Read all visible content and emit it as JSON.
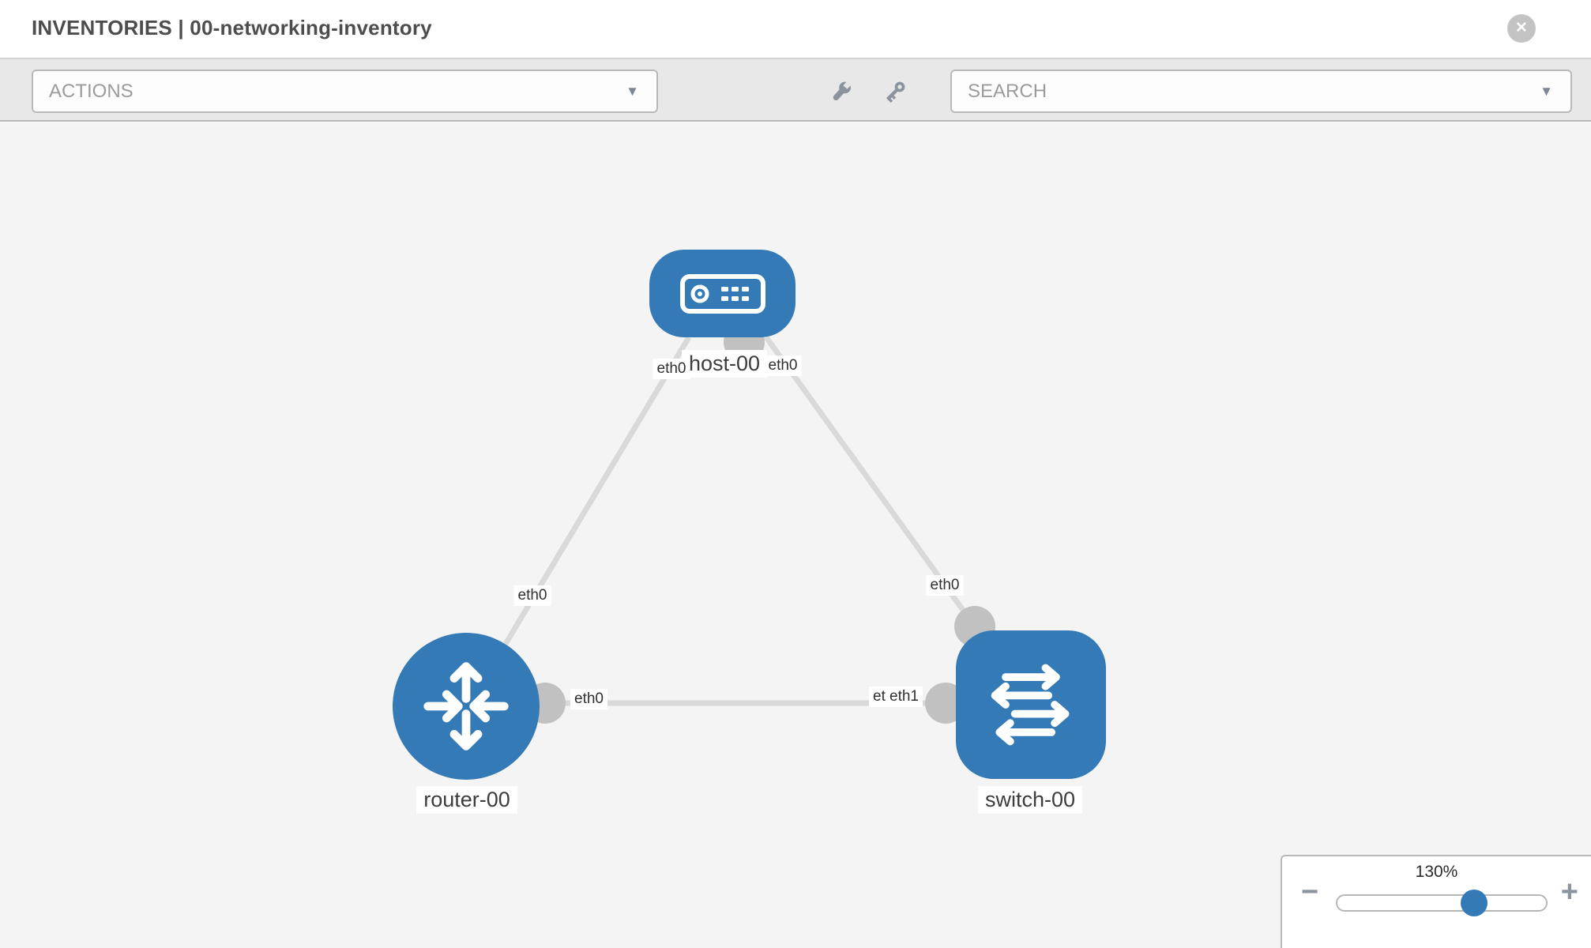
{
  "header": {
    "title": "INVENTORIES | 00-networking-inventory",
    "close_label": "✕"
  },
  "toolbar": {
    "actions_placeholder": "ACTIONS",
    "search_placeholder": "SEARCH",
    "caret": "▼",
    "icons": [
      "wrench-icon",
      "key-icon"
    ]
  },
  "topology": {
    "nodes": [
      {
        "id": "host-00",
        "label": "host-00",
        "type": "host"
      },
      {
        "id": "router-00",
        "label": "router-00",
        "type": "router"
      },
      {
        "id": "switch-00",
        "label": "switch-00",
        "type": "switch"
      }
    ],
    "links": [
      {
        "from": "host-00",
        "to": "router-00",
        "from_interface": "eth0",
        "to_interface": "eth0"
      },
      {
        "from": "host-00",
        "to": "switch-00",
        "from_interface": "eth0",
        "to_interface": "eth0"
      },
      {
        "from": "router-00",
        "to": "switch-00",
        "from_interface": "eth0",
        "to_interface": "eth1",
        "overlapped_interface_label": "eth0"
      }
    ],
    "iface": {
      "host_left": "eth0",
      "host_right": "eth0",
      "router_top": "eth0",
      "switch_top": "eth0",
      "router_right": "eth0",
      "switch_left_back": "eth0",
      "switch_left_front": "eth1"
    },
    "colors": {
      "node_blue": "#337ab7",
      "link_gray": "#d9d9d9",
      "connector_gray": "#c1c1c1",
      "canvas_bg": "#f4f4f4"
    }
  },
  "zoom_control": {
    "level_label": "130%",
    "value_percent": 130,
    "minus_label": "−",
    "plus_label": "+"
  }
}
